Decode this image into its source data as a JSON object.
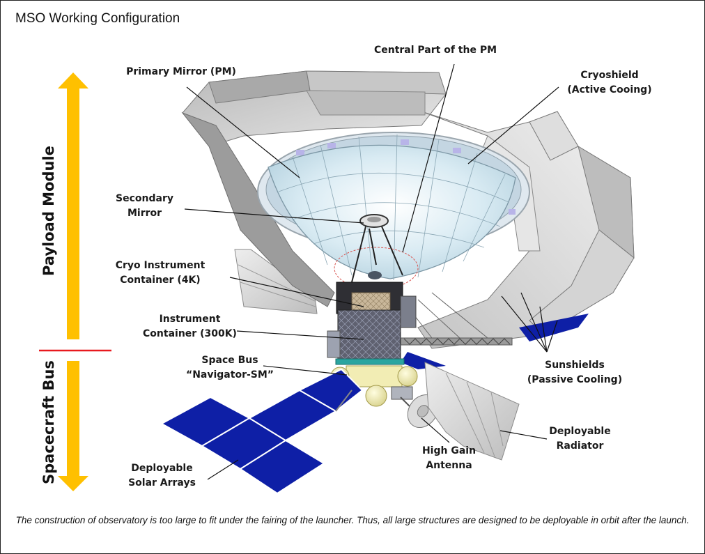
{
  "title": "MSO Working Configuration",
  "side_labels": {
    "payload": "Payload Module",
    "bus": "Spacecraft Bus"
  },
  "labels": {
    "central_pm": "Central Part of the PM",
    "primary_mirror": "Primary Mirror (PM)",
    "cryoshield_1": "Cryoshield",
    "cryoshield_2": "(Active Cooing)",
    "secondary_1": "Secondary",
    "secondary_2": "Mirror",
    "cryo_container_1": "Cryo Instrument",
    "cryo_container_2": "Container (4K)",
    "instrument_1": "Instrument",
    "instrument_2": "Container (300K)",
    "space_bus_1": "Space Bus",
    "space_bus_2": "“Navigator-SM”",
    "sunshields_1": "Sunshields",
    "sunshields_2": "(Passive Cooling)",
    "radiator_1": "Deployable",
    "radiator_2": "Radiator",
    "antenna_1": "High Gain",
    "antenna_2": "Antenna",
    "solar_1": "Deployable",
    "solar_2": "Solar Arrays"
  },
  "caption": "The construction of observatory is too large to fit under the fairing of the launcher. Thus, all large structures are designed to be deployable in orbit after the launch.",
  "colors": {
    "arrow": "#FFC000",
    "divider": "#E8191E",
    "solar": "#0E1FA6",
    "mirror": "#CFE4EE",
    "shield": "#C8C8C8",
    "bus": "#F2EDB4"
  }
}
